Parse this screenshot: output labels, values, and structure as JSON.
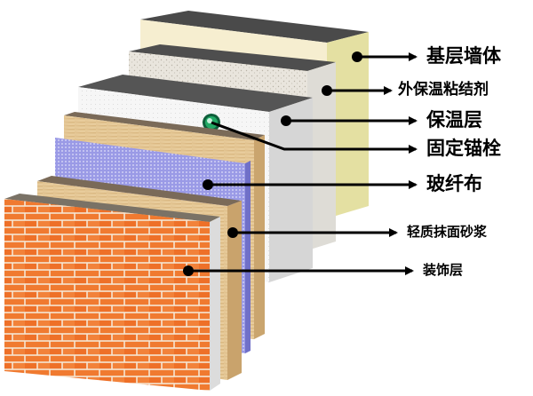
{
  "labels": {
    "base_wall": "基层墙体",
    "insulation_adhesive": "外保温粘结剂",
    "insulation_layer": "保温层",
    "fixing_anchor": "固定锚栓",
    "fiberglass_mesh": "玻纤布",
    "lightweight_plaster": "轻质抹面砂浆",
    "decorative_layer": "装饰层"
  },
  "colors": {
    "base_wall_front": "#f6eed0",
    "base_wall_side": "#e6e2a6",
    "base_wall_top": "#505050",
    "adhesive_front": "#e8e4dc",
    "insulation_front": "#f4f4f4",
    "insulation_side": "#d8d8d8",
    "anchor": "#22aa66",
    "mesh": "#8c8ce0",
    "plaster_wood": "#e6c99a",
    "brick": "#f07a30",
    "mortar": "#f6ead8",
    "arrow": "#000000"
  }
}
